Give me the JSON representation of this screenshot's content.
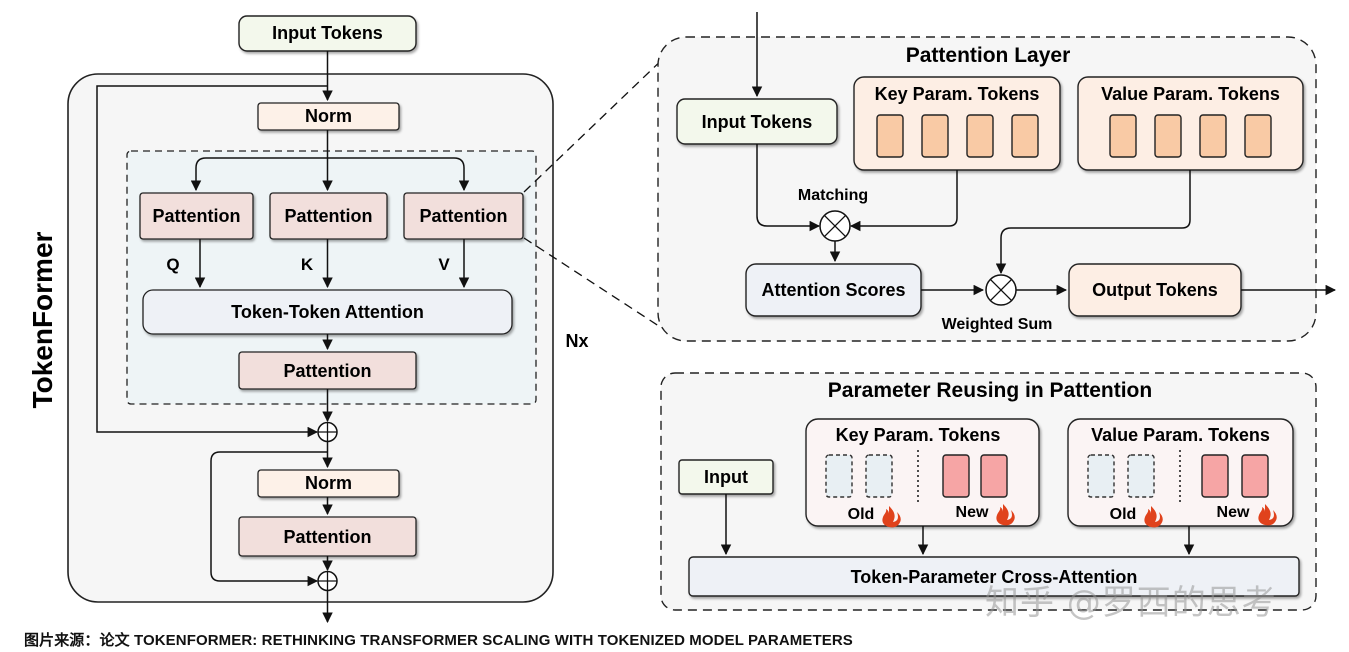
{
  "left": {
    "vertical_title": "TokenFormer",
    "input_tokens": "Input Tokens",
    "norm_top": "Norm",
    "pattention_q": "Pattention",
    "pattention_k": "Pattention",
    "pattention_v": "Pattention",
    "label_q": "Q",
    "label_k": "K",
    "label_v": "V",
    "token_token_attention": "Token-Token Attention",
    "pattention_out": "Pattention",
    "nx": "Nx",
    "norm_bottom": "Norm",
    "pattention_ffn": "Pattention"
  },
  "pattention_layer": {
    "title": "Pattention Layer",
    "input_tokens": "Input Tokens",
    "key_param_tokens": "Key Param. Tokens",
    "value_param_tokens": "Value Param. Tokens",
    "matching": "Matching",
    "attention_scores": "Attention Scores",
    "weighted_sum": "Weighted Sum",
    "output_tokens": "Output Tokens"
  },
  "param_reuse": {
    "title": "Parameter Reusing in Pattention",
    "input": "Input",
    "key_param_tokens": "Key Param. Tokens",
    "value_param_tokens": "Value Param. Tokens",
    "old_key": "Old",
    "new_key": "New",
    "old_value": "Old",
    "new_value": "New",
    "cross_attention": "Token-Parameter Cross-Attention"
  },
  "caption": "图片来源：论文 TOKENFORMER: RETHINKING TRANSFORMER SCALING WITH TOKENIZED MODEL PARAMETERS",
  "watermark": "知乎 @罗西的思考",
  "colors": {
    "input_fill": "#f3f8ec",
    "norm_fill": "#fdf1e8",
    "pattention_fill": "#f2dfdc",
    "attention_fill": "#eef1f6",
    "inner_block_fill": "#eef4f6",
    "key_token_fill": "#f9caa5",
    "key_token_stroke": "#a56b3e",
    "new_token_fill": "#f6a5a5",
    "old_token_fill": "#e8eff3",
    "fire": "#e0421c"
  }
}
